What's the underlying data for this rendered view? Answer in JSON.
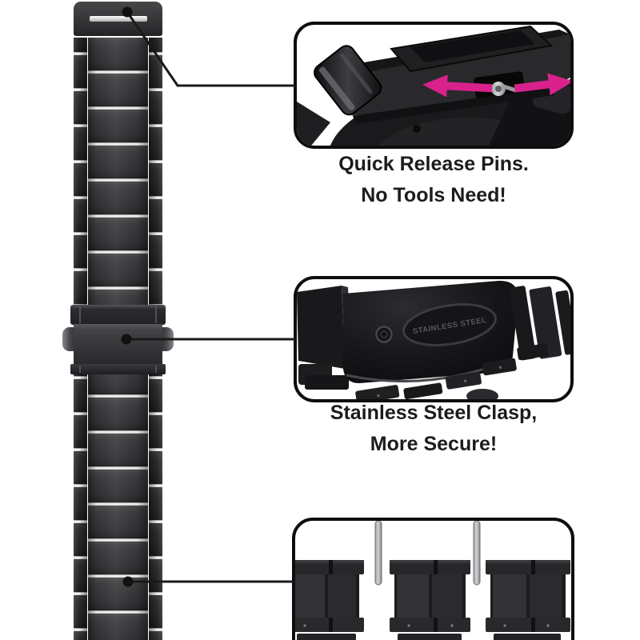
{
  "product": {
    "description": "black stainless steel watch band with quick release pins and butterfly clasp"
  },
  "callouts": {
    "quick_release": {
      "line1": "Quick Release Pins.",
      "line2": "No Tools Need!",
      "arrow_color": "#d9218c"
    },
    "clasp": {
      "line1": "Stainless Steel Clasp,",
      "line2": "More Secure!",
      "engraving": "STAINLESS STEEL"
    }
  }
}
